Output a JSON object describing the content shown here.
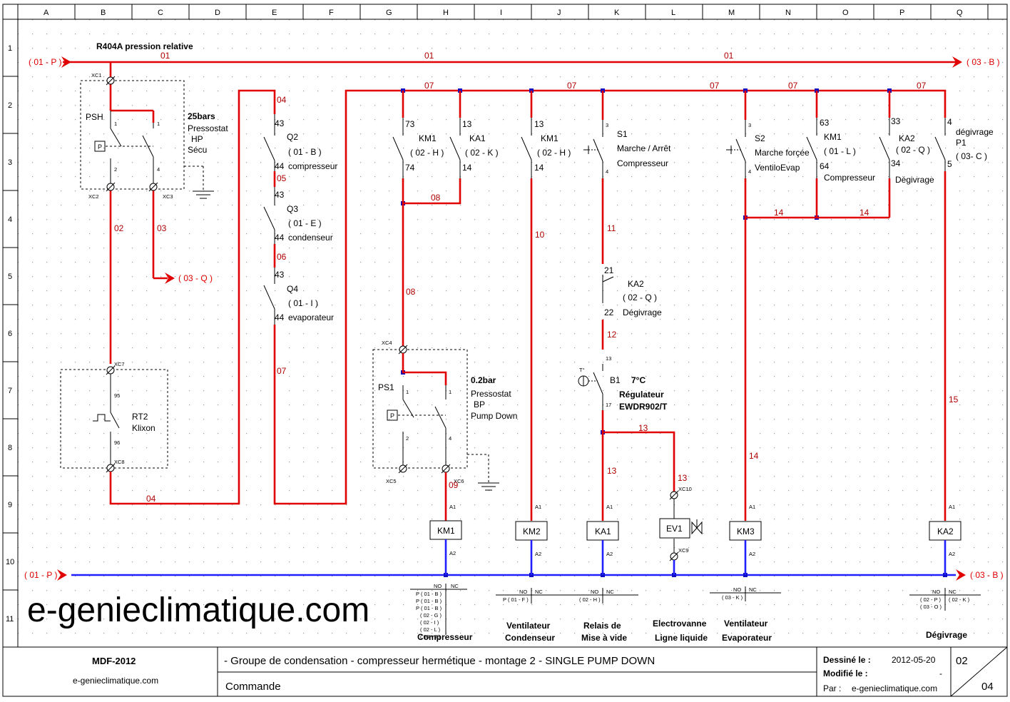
{
  "columns": [
    "A",
    "B",
    "C",
    "D",
    "E",
    "F",
    "G",
    "H",
    "I",
    "J",
    "K",
    "L",
    "M",
    "N",
    "O",
    "P",
    "Q"
  ],
  "rows": [
    "1",
    "2",
    "3",
    "4",
    "5",
    "6",
    "7",
    "8",
    "9",
    "10",
    "11"
  ],
  "supply": {
    "top_title": "R404A pression relative",
    "top_left_ref": "( 01 - P )",
    "top_right_ref": "( 03 - B )",
    "top_wire": "01",
    "bottom_left_ref": "( 01 - P )",
    "bottom_right_ref": "( 03 - B )"
  },
  "wires": {
    "w02": "02",
    "w03": "03",
    "w04": "04",
    "w05": "05",
    "w06": "06",
    "w07": "07",
    "w08": "08",
    "w09": "09",
    "w10": "10",
    "w11": "11",
    "w12": "12",
    "w13": "13",
    "w14": "14",
    "w15": "15"
  },
  "ref_03q": "( 03 - Q )",
  "psh": {
    "tag": "PSH",
    "value": "25bars",
    "line1": "Pressostat",
    "line2": "HP",
    "line3": "Sécu",
    "p": "P",
    "t1": "1",
    "t1b": "1",
    "t2": "2",
    "t4": "4",
    "xc1": "XC1",
    "xc2": "XC2",
    "xc3": "XC3"
  },
  "q2": {
    "tag": "Q2",
    "ref": "( 01 - B )",
    "desc": "compresseur",
    "a": "43",
    "b": "44"
  },
  "q3": {
    "tag": "Q3",
    "ref": "( 01 - E )",
    "desc": "condenseur",
    "a": "43",
    "b": "44"
  },
  "q4": {
    "tag": "Q4",
    "ref": "( 01 - I )",
    "desc": "evaporateur",
    "a": "43",
    "b": "44"
  },
  "rt2": {
    "tag": "RT2",
    "desc": "Klixon",
    "a": "95",
    "b": "96",
    "xc7": "XC7",
    "xc8": "XC8"
  },
  "km1a": {
    "tag": "KM1",
    "ref": "( 02 - H )",
    "a": "73",
    "b": "74"
  },
  "ka1a": {
    "tag": "KA1",
    "ref": "( 02 - K )",
    "a": "13",
    "b": "14"
  },
  "km1b": {
    "tag": "KM1",
    "ref": "( 02 - H )",
    "a": "13",
    "b": "14"
  },
  "s1": {
    "tag": "S1",
    "l1": "Marche / Arrêt",
    "l2": "Compresseur",
    "a": "3",
    "b": "4"
  },
  "ka2a": {
    "tag": "KA2",
    "ref": "( 02 - Q )",
    "desc": "Dégivrage",
    "a": "21",
    "b": "22"
  },
  "b1": {
    "tag": "B1",
    "value": "7°C",
    "l1": "Régulateur",
    "l2": "EWDR902/T",
    "a": "13",
    "b": "17",
    "t": "T°"
  },
  "ps1": {
    "tag": "PS1",
    "value": "0.2bar",
    "l1": "Pressostat",
    "l2": "BP",
    "l3": "Pump Down",
    "p": "P",
    "t1": "1",
    "t1b": "1",
    "t2": "2",
    "t4": "4",
    "xc4": "XC4",
    "xc5": "XC5",
    "xc6": "XC6"
  },
  "s2": {
    "tag": "S2",
    "l1": "Marche forçée",
    "l2": "VentiloEvap",
    "a": "3",
    "b": "4"
  },
  "km1c": {
    "tag": "KM1",
    "ref": "( 01 - L )",
    "desc": "Compresseur",
    "a": "63",
    "b": "64"
  },
  "ka2b": {
    "tag": "KA2",
    "ref": "( 02 - Q )",
    "desc": "Dégivrage",
    "a": "33",
    "b": "34"
  },
  "p1": {
    "tag": "P1",
    "desc": "dégivrage",
    "ref": "( 03- C )",
    "a": "4",
    "b": "5"
  },
  "xc9": "XC9",
  "xc10": "XC10",
  "coils": {
    "a1": "A1",
    "a2": "A2",
    "km1": "KM1",
    "km2": "KM2",
    "ka1": "KA1",
    "ev1": "EV1",
    "km3": "KM3",
    "ka2": "KA2"
  },
  "xref": {
    "no": "NO",
    "nc": "NC",
    "km1_rows": [
      "P ( 01 - B )",
      "P ( 01 - B )",
      "P ( 01 - B )",
      "( 02 - G )",
      "( 02 - I )",
      "( 02 - L )",
      "( 03 - J )"
    ],
    "km2_row": "P ( 01 - F )",
    "ka1_row": "( 02 - H )",
    "km3_row": "( 03 - K )",
    "ka2_rows": [
      "( 02 - P )",
      "( 03 - O )"
    ],
    "ka2_nc": "( 02 - K )"
  },
  "captions": {
    "compresseur": "Compresseur",
    "ventilateur_c1": "Ventilateur",
    "ventilateur_c2": "Condenseur",
    "relais1": "Relais de",
    "relais2": "Mise à vide",
    "electro1": "Electrovanne",
    "electro2": "Ligne liquide",
    "ventilateur_e1": "Ventilateur",
    "ventilateur_e2": "Evaporateur",
    "degivrage": "Dégivrage"
  },
  "watermark": "e-genieclimatique.com",
  "title_block": {
    "project": "MDF-2012",
    "site": "e-genieclimatique.com",
    "description": "- Groupe de condensation - compresseur hermétique - montage 2 - SINGLE  PUMP DOWN",
    "subtitle": "Commande",
    "drawn_label": "Dessiné le :",
    "drawn_date": "2012-05-20",
    "modified_label": "Modifié le :",
    "modified_value": "-",
    "by_label": "Par :",
    "by_value": "e-genieclimatique.com",
    "sheet": "02",
    "total": "04"
  }
}
